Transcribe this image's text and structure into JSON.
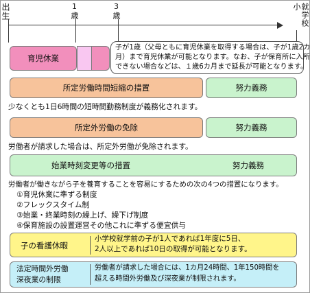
{
  "timeline": {
    "start_label": "出生",
    "age1_label": "1歳",
    "age3_label": "3歳",
    "end_label": "就学校小"
  },
  "rows": {
    "leave": {
      "label": "育児休業",
      "note_lines": [
        "子が1歳（父母ともに育児休業を取得する場合は、子が1歳2カ",
        "月）まで育児休業が可能となります。なお、子が保育所に入所",
        "できない場合などは、１歳6カ月まで延長が可能となります。"
      ]
    },
    "short_hours": {
      "label": "所定労働時間短縮の措置",
      "duty": "努力義務",
      "note": "少なくとも1日6時間の短時間勤務制度が義務化されます。"
    },
    "overtime_exempt": {
      "label": "所定外労働の免除",
      "duty": "努力義務",
      "note": "労働者が請求した場合は、所定外労働が免除されます。"
    },
    "start_time": {
      "label": "始業時刻変更等の措置",
      "duty": "努力義務",
      "intro": "労働者が働きながら子を養育することを容易にするための次の4つの措置になります。",
      "items": [
        "①育児休業に準ずる制度",
        "②フレックスタイム制",
        "③始業・終業時刻の繰上げ、繰下げ制度",
        "④保育施設の設置運営その他これに準ずる便宜供与"
      ]
    },
    "sick_child": {
      "label": "子の看護休暇",
      "note_lines": [
        "小学校就学前の子が1人であれば1年度に5日、",
        "2人以上であれば10日の取得が可能となります。"
      ]
    },
    "limit": {
      "label_lines": [
        "法定時間外労働",
        "深夜業の制限"
      ],
      "note_lines": [
        "労働者が請求した場合には、1カ月24時間、1年150時間を",
        "超える時間外労働及び深夜業が制限されます。"
      ]
    }
  },
  "colors": {
    "pink": "#f28fbc",
    "light_pink": "#f9c7f1",
    "peach": "#f7c39b",
    "mint": "#c9f3cd",
    "yellow": "#fff58a",
    "blue": "#c5eff8"
  }
}
